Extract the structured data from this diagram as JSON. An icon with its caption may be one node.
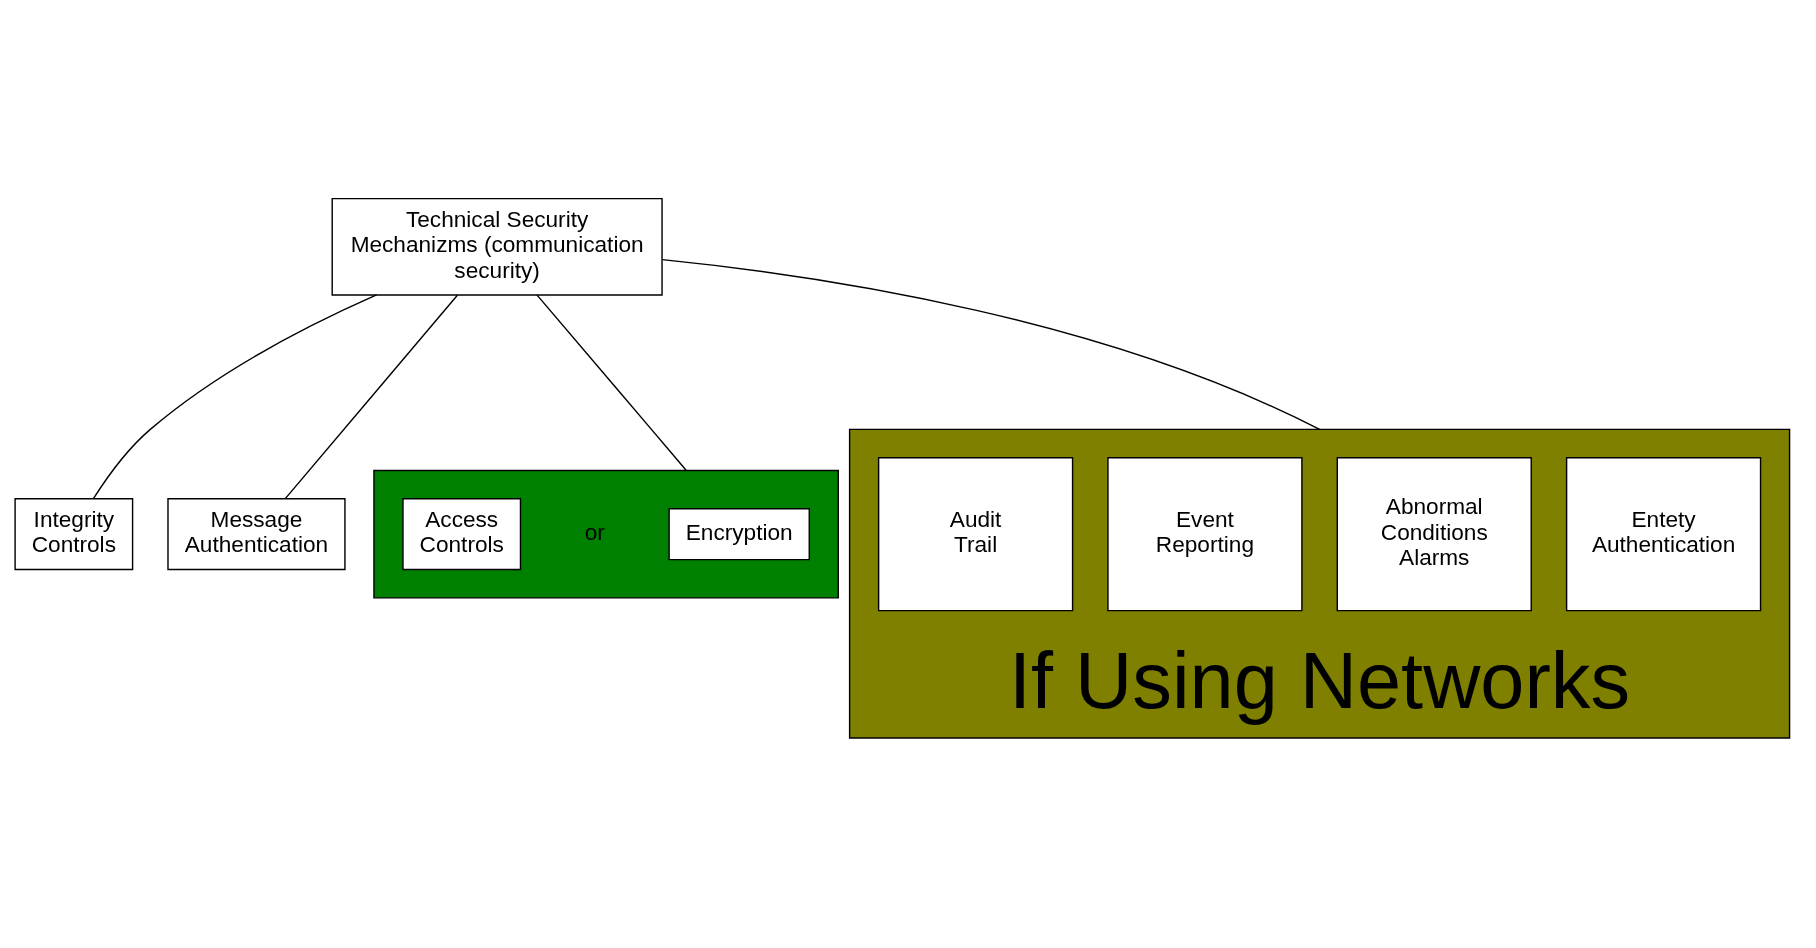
{
  "diagram": {
    "nodes": [
      {
        "text": [
          "Technical Security Mechanizms (communication security)"
        ]
      },
      {
        "text": [
          "Integrity Controls"
        ]
      },
      {
        "text": [
          "Message Authentication"
        ]
      },
      {
        "text": [],
        "shape": "box"
      },
      {
        "text": [
          "Access Controls"
        ],
        "in": 3
      },
      {
        "text": [
          "Encryption"
        ],
        "in": 3
      },
      {
        "text": [
          "If Using Networks"
        ]
      },
      {
        "text": [
          "Audit Trail"
        ],
        "in": 6
      },
      {
        "text": [
          "Event Reporting"
        ],
        "in": 6
      },
      {
        "text": [
          "Abnormal Conditions Alarms"
        ],
        "in": 6
      },
      {
        "text": [
          "Entety Authentication"
        ],
        "in": 6
      }
    ],
    "edges": [
      {
        "from": 0,
        "to": 1,
        "arrow": "none"
      },
      {
        "from": 0,
        "to": 2,
        "arrow": "none"
      },
      {
        "from": 0,
        "to": 3,
        "arrow": "none"
      },
      {
        "from": 0,
        "to": 6,
        "arrow": "none"
      }
    ],
    "labels": [
      "or"
    ]
  }
}
